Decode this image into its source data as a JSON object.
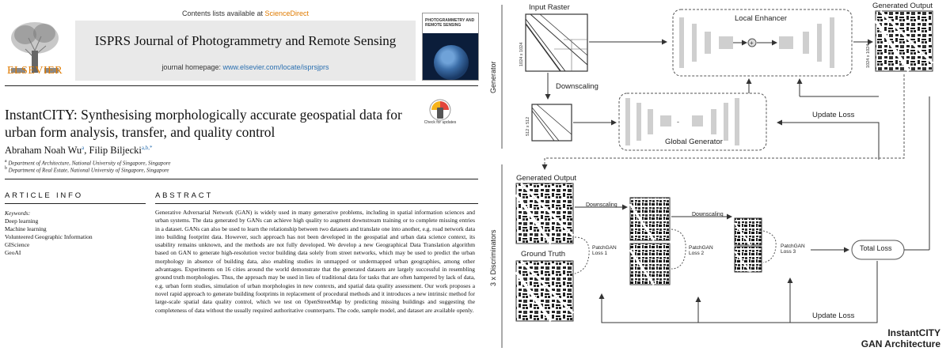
{
  "paper": {
    "contents_prefix": "Contents lists available at ",
    "contents_link": "ScienceDirect",
    "journal_title": "ISPRS Journal of Photogrammetry and Remote Sensing",
    "homepage_prefix": "journal homepage: ",
    "homepage_url": "www.elsevier.com/locate/isprsjprs",
    "publisher": "ELSEVIER",
    "cover_text": "PHOTOGRAMMETRY AND REMOTE SENSING",
    "title": "InstantCITY: Synthesising morphologically accurate geospatial data for urban form analysis, transfer, and quality control",
    "check_updates": "Check for updates",
    "author1": "Abraham Noah Wu",
    "author1_sup": "a",
    "author_sep": ", ",
    "author2": "Filip Biljecki",
    "author2_sup": "a,b,*",
    "affil_a": "Department of Architecture, National University of Singapore, Singapore",
    "affil_b": "Department of Real Estate, National University of Singapore, Singapore",
    "article_info": "ARTICLE INFO",
    "abstract_head": "ABSTRACT",
    "keywords_head": "Keywords:",
    "keywords": [
      "Deep learning",
      "Machine learning",
      "Volunteered Geographic Information",
      "GIScience",
      "GeoAI"
    ],
    "abstract": "Generative Adversarial Network (GAN) is widely used in many generative problems, including in spatial information sciences and urban systems. The data generated by GANs can achieve high quality to augment downstream training or to complete missing entries in a dataset. GANs can also be used to learn the relationship between two datasets and translate one into another, e.g. road network data into building footprint data. However, such approach has not been developed in the geospatial and urban data science context, its usability remains unknown, and the methods are not fully developed. We develop a new Geographical Data Translation algorithm based on GAN to generate high-resolution vector building data solely from street networks, which may be used to predict the urban morphology in absence of building data, also enabling studies in unmapped or undermapped urban geographies, among other advantages. Experiments on 16 cities around the world demonstrate that the generated datasets are largely successful in resembling ground truth morphologies. Thus, the approach may be used in lieu of traditional data for tasks that are often hampered by lack of data, e.g. urban form studies, simulation of urban morphologies in new contexts, and spatial data quality assessment. Our work proposes a novel rapid approach to generate building footprints in replacement of procedural methods and it introduces a new intrinsic method for large-scale spatial data quality control, which we test on OpenStreetMap by predicting missing buildings and suggesting the completeness of data without the usually required authoritative counterparts. The code, sample model, and dataset are available openly."
  },
  "diagram": {
    "input_raster": "Input Raster",
    "local_enhancer": "Local Enhancer",
    "generated_output_top": "Generated Output",
    "generator": "Generator",
    "res_1024": "1024 x 1024",
    "res_512": "512 x 512",
    "downscaling_main": "Downscaling",
    "global_generator": "Global Generator",
    "update_loss_top": "Update Loss",
    "discriminators": "3 x Discriminators",
    "generated_output": "Generated Output",
    "ground_truth": "Ground Truth",
    "downscaling_1": "Downscaling",
    "downscaling_2": "Downscaling",
    "patchgan_1": "PatchGAN Loss 1",
    "patchgan_2": "PatchGAN Loss 2",
    "patchgan_3": "PatchGAN Loss 3",
    "total_loss": "Total Loss",
    "update_loss_bottom": "Update Loss",
    "arch_line1": "InstantCITY",
    "arch_line2": "GAN Architecture"
  }
}
